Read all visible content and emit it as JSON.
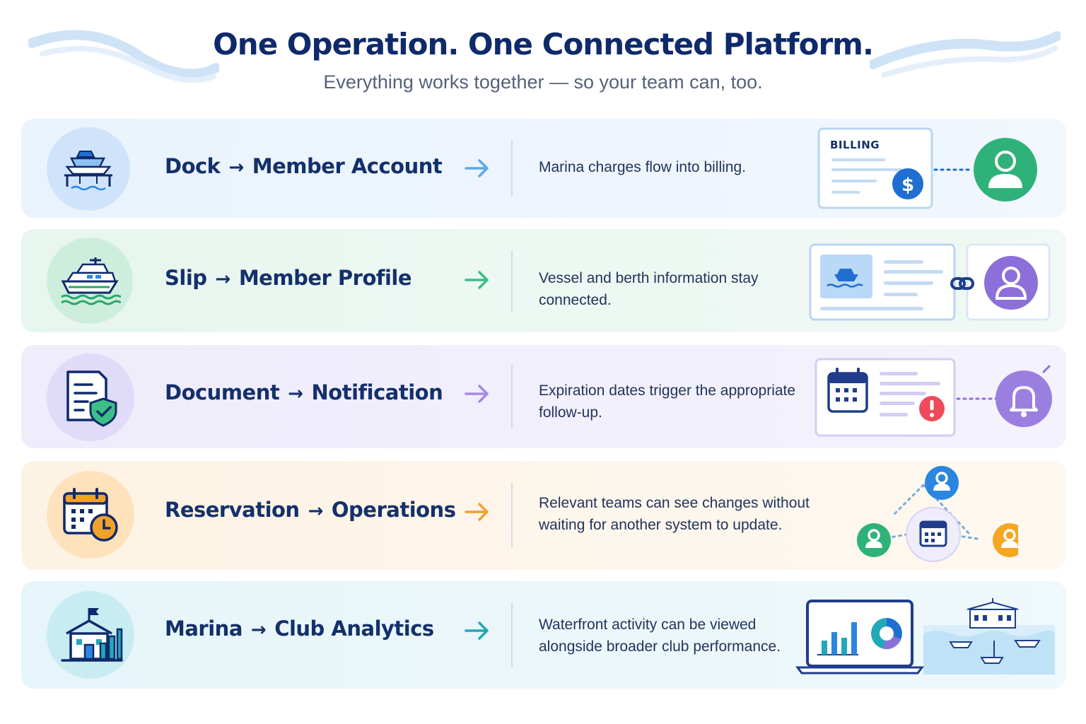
{
  "header": {
    "title": "One Operation. One Connected Platform.",
    "subtitle": "Everything works together — so your team can, too."
  },
  "rows": [
    {
      "from": "Dock",
      "to": "Member Account",
      "description": "Marina charges flow into billing.",
      "icon": "dock-boat-icon",
      "accent": "#2a86e0",
      "illustration_label": "BILLING"
    },
    {
      "from": "Slip",
      "to": "Member Profile",
      "description": "Vessel and berth information stay connected.",
      "icon": "boat-icon",
      "accent": "#28a86a"
    },
    {
      "from": "Document",
      "to": "Notification",
      "description": "Expiration dates trigger the appropriate follow-up.",
      "icon": "document-shield-icon",
      "accent": "#8c6fd8"
    },
    {
      "from": "Reservation",
      "to": "Operations",
      "description": "Relevant teams can see changes without waiting for another system to update.",
      "icon": "calendar-clock-icon",
      "accent": "#f2a12b"
    },
    {
      "from": "Marina",
      "to": "Club Analytics",
      "description": "Waterfront activity can be viewed alongside broader club performance.",
      "icon": "clubhouse-chart-icon",
      "accent": "#21a9b8"
    }
  ],
  "arrow_glyph": "→"
}
